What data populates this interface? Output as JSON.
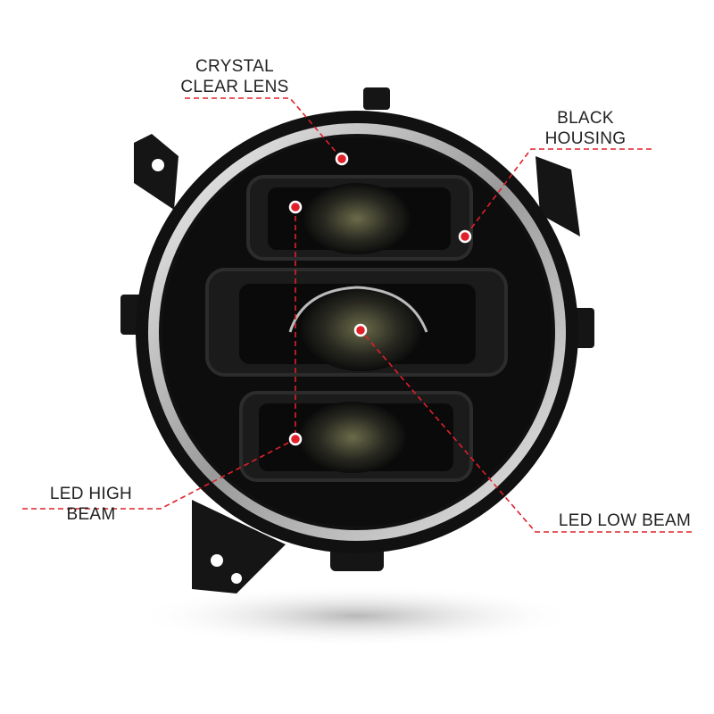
{
  "callouts": {
    "lens": {
      "line1": "CRYSTAL",
      "line2": "CLEAR LENS"
    },
    "housing": {
      "line1": "BLACK",
      "line2": "HOUSING"
    },
    "high_beam": {
      "text": "LED HIGH BEAM"
    },
    "low_beam": {
      "text": "LED LOW BEAM"
    }
  },
  "colors": {
    "callout_line": "#e0202a",
    "housing": "#111111",
    "chrome_ring": "#c8c8c8"
  }
}
